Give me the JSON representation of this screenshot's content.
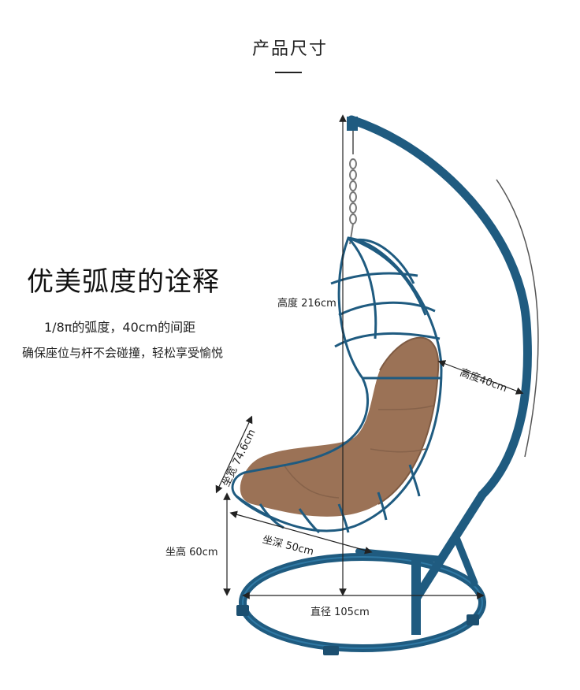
{
  "header": {
    "title": "产品尺寸"
  },
  "intro": {
    "headline": "优美弧度的诠释",
    "line1": "1/8π的弧度，40cm的间距",
    "line2": "确保座位与杆不会碰撞，轻松享受愉悦"
  },
  "dimensions": {
    "height_total": "高度 216cm",
    "height_gap": "高度40cm",
    "seat_width": "坐宽 74.6cm",
    "seat_depth": "坐深 50cm",
    "seat_height": "坐高 60cm",
    "diameter": "直径 105cm"
  },
  "colors": {
    "frame": "#1f5b80",
    "cushion": "#9b7256",
    "dimension_line": "#222222"
  }
}
